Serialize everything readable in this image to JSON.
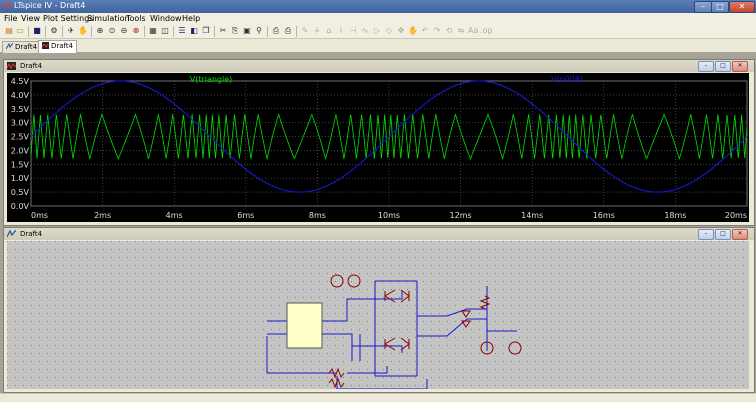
{
  "window": {
    "title": "LTspice IV - Draft4",
    "logo": "LT"
  },
  "menu": [
    "File",
    "View",
    "Plot Settings",
    "Simulation",
    "Tools",
    "Window",
    "Help"
  ],
  "tabs": [
    {
      "label": "Draft4",
      "icon": "schematic-icon"
    },
    {
      "label": "Draft4",
      "icon": "waveform-icon"
    }
  ],
  "plot_window": {
    "title": "Draft4"
  },
  "schematic_window": {
    "title": "Draft4"
  },
  "colors": {
    "trace_triangle": "#00e000",
    "trace_sine": "#1818d8",
    "plot_bg": "#000000",
    "grid": "#666666",
    "schematic_bg": "#c4c4c4",
    "wire": "#1a1acc",
    "component": "#880000"
  },
  "chart_data": {
    "type": "line",
    "title": "",
    "xlabel": "",
    "ylabel": "",
    "xlim": [
      0,
      20
    ],
    "ylim": [
      0,
      4.5
    ],
    "x_unit": "ms",
    "x_ticks": [
      "0ms",
      "2ms",
      "4ms",
      "6ms",
      "8ms",
      "10ms",
      "12ms",
      "14ms",
      "16ms",
      "18ms",
      "20ms"
    ],
    "y_ticks": [
      "0.0V",
      "0.5V",
      "1.0V",
      "1.5V",
      "2.0V",
      "2.5V",
      "3.0V",
      "3.5V",
      "4.0V",
      "4.5V"
    ],
    "grid": true,
    "series": [
      {
        "name": "V(triangle)",
        "kind": "triangle",
        "offset": 2.5,
        "amplitude": 0.8,
        "color": "#00e000"
      },
      {
        "name": "V(n008)",
        "kind": "sine",
        "offset": 2.5,
        "amplitude": 2.0,
        "period_ms": 10,
        "phase_ms": 0,
        "color": "#1818d8"
      }
    ]
  }
}
